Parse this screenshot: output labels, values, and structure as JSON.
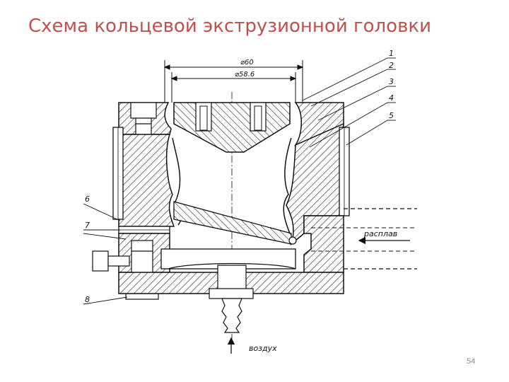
{
  "slide": {
    "title": "Схема кольцевой экструзионной головки",
    "page_number": "54"
  },
  "diagram": {
    "dimension_outer": "⌀60",
    "dimension_inner": "⌀58.6",
    "melt_label": "расплав",
    "air_label": "воздух",
    "callouts": [
      "1",
      "2",
      "3",
      "4",
      "5",
      "6",
      "7",
      "8"
    ]
  }
}
